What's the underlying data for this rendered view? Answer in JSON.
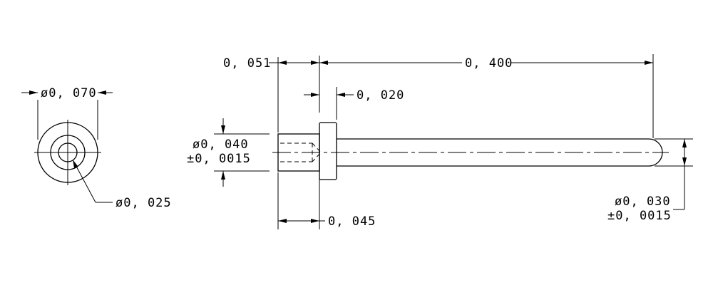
{
  "dimensions": {
    "end_view_outer_diameter": "ø0, 070",
    "end_view_bore_diameter": "ø0, 025",
    "shoulder_offset": "0, 051",
    "overall_length": "0, 400",
    "flange_thickness": "0, 020",
    "hub_diameter": "ø0, 040",
    "hub_tolerance": "±0, 0015",
    "hub_length": "0, 045",
    "pin_diameter": "ø0, 030",
    "pin_tolerance": "±0, 0015"
  }
}
